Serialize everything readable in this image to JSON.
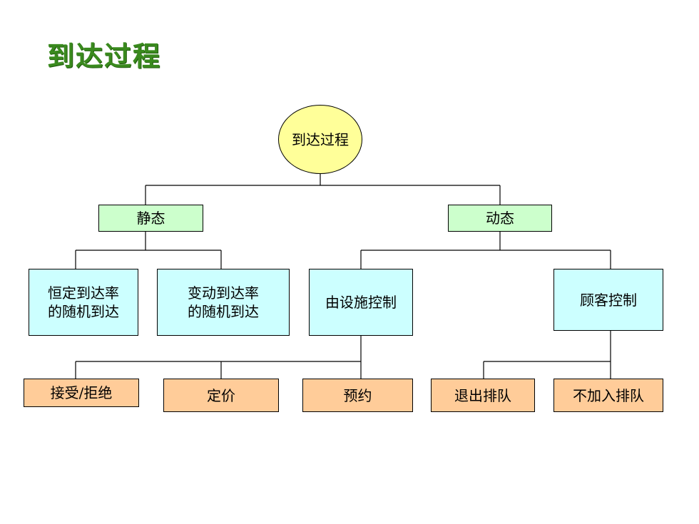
{
  "title": "到达过程",
  "diagram": {
    "root": "到达过程",
    "static": "静态",
    "dynamic": "动态",
    "constant_rate": "恒定到达率\n的随机到达",
    "variable_rate": "变动到达率\n的随机到达",
    "facility_control": "由设施控制",
    "customer_control": "顾客控制",
    "accept_reject": "接受/拒绝",
    "pricing": "定价",
    "reservation": "预约",
    "reneging": "退出排队",
    "balking": "不加入排队"
  },
  "colors": {
    "root_fill": "#ffff99",
    "level1_fill": "#ccffcc",
    "level2_fill": "#ccffff",
    "level3_fill": "#ffcc99",
    "title_color": "#3a8a1e"
  }
}
